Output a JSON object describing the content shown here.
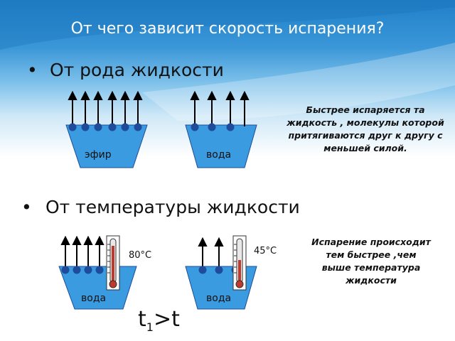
{
  "slide": {
    "title": "От чего зависит скорость испарения?",
    "bullet_1": "От рода жидкости",
    "bullet_2": "От температуры жидкости",
    "note_1": "Быстрее испаряется та жидкость , молекулы которой притягиваются друг к другу с меньшей силой.",
    "note_2": "Испарение происходит тем быстрее ,чем выше температура жидкости",
    "vessels": {
      "ether_label": "эфир",
      "water_label_1": "вода",
      "water_label_2": "вода",
      "water_label_3": "вода"
    },
    "thermometers": {
      "temp_high": "80°C",
      "temp_low": "45°C"
    },
    "formula": {
      "t": "t",
      "sub": "1",
      "rest": ">t"
    }
  },
  "colors": {
    "water_fill": "#3a9be0",
    "molecule": "#1f4c9a",
    "title_bg": "#1f7fc9",
    "text": "#111111"
  }
}
